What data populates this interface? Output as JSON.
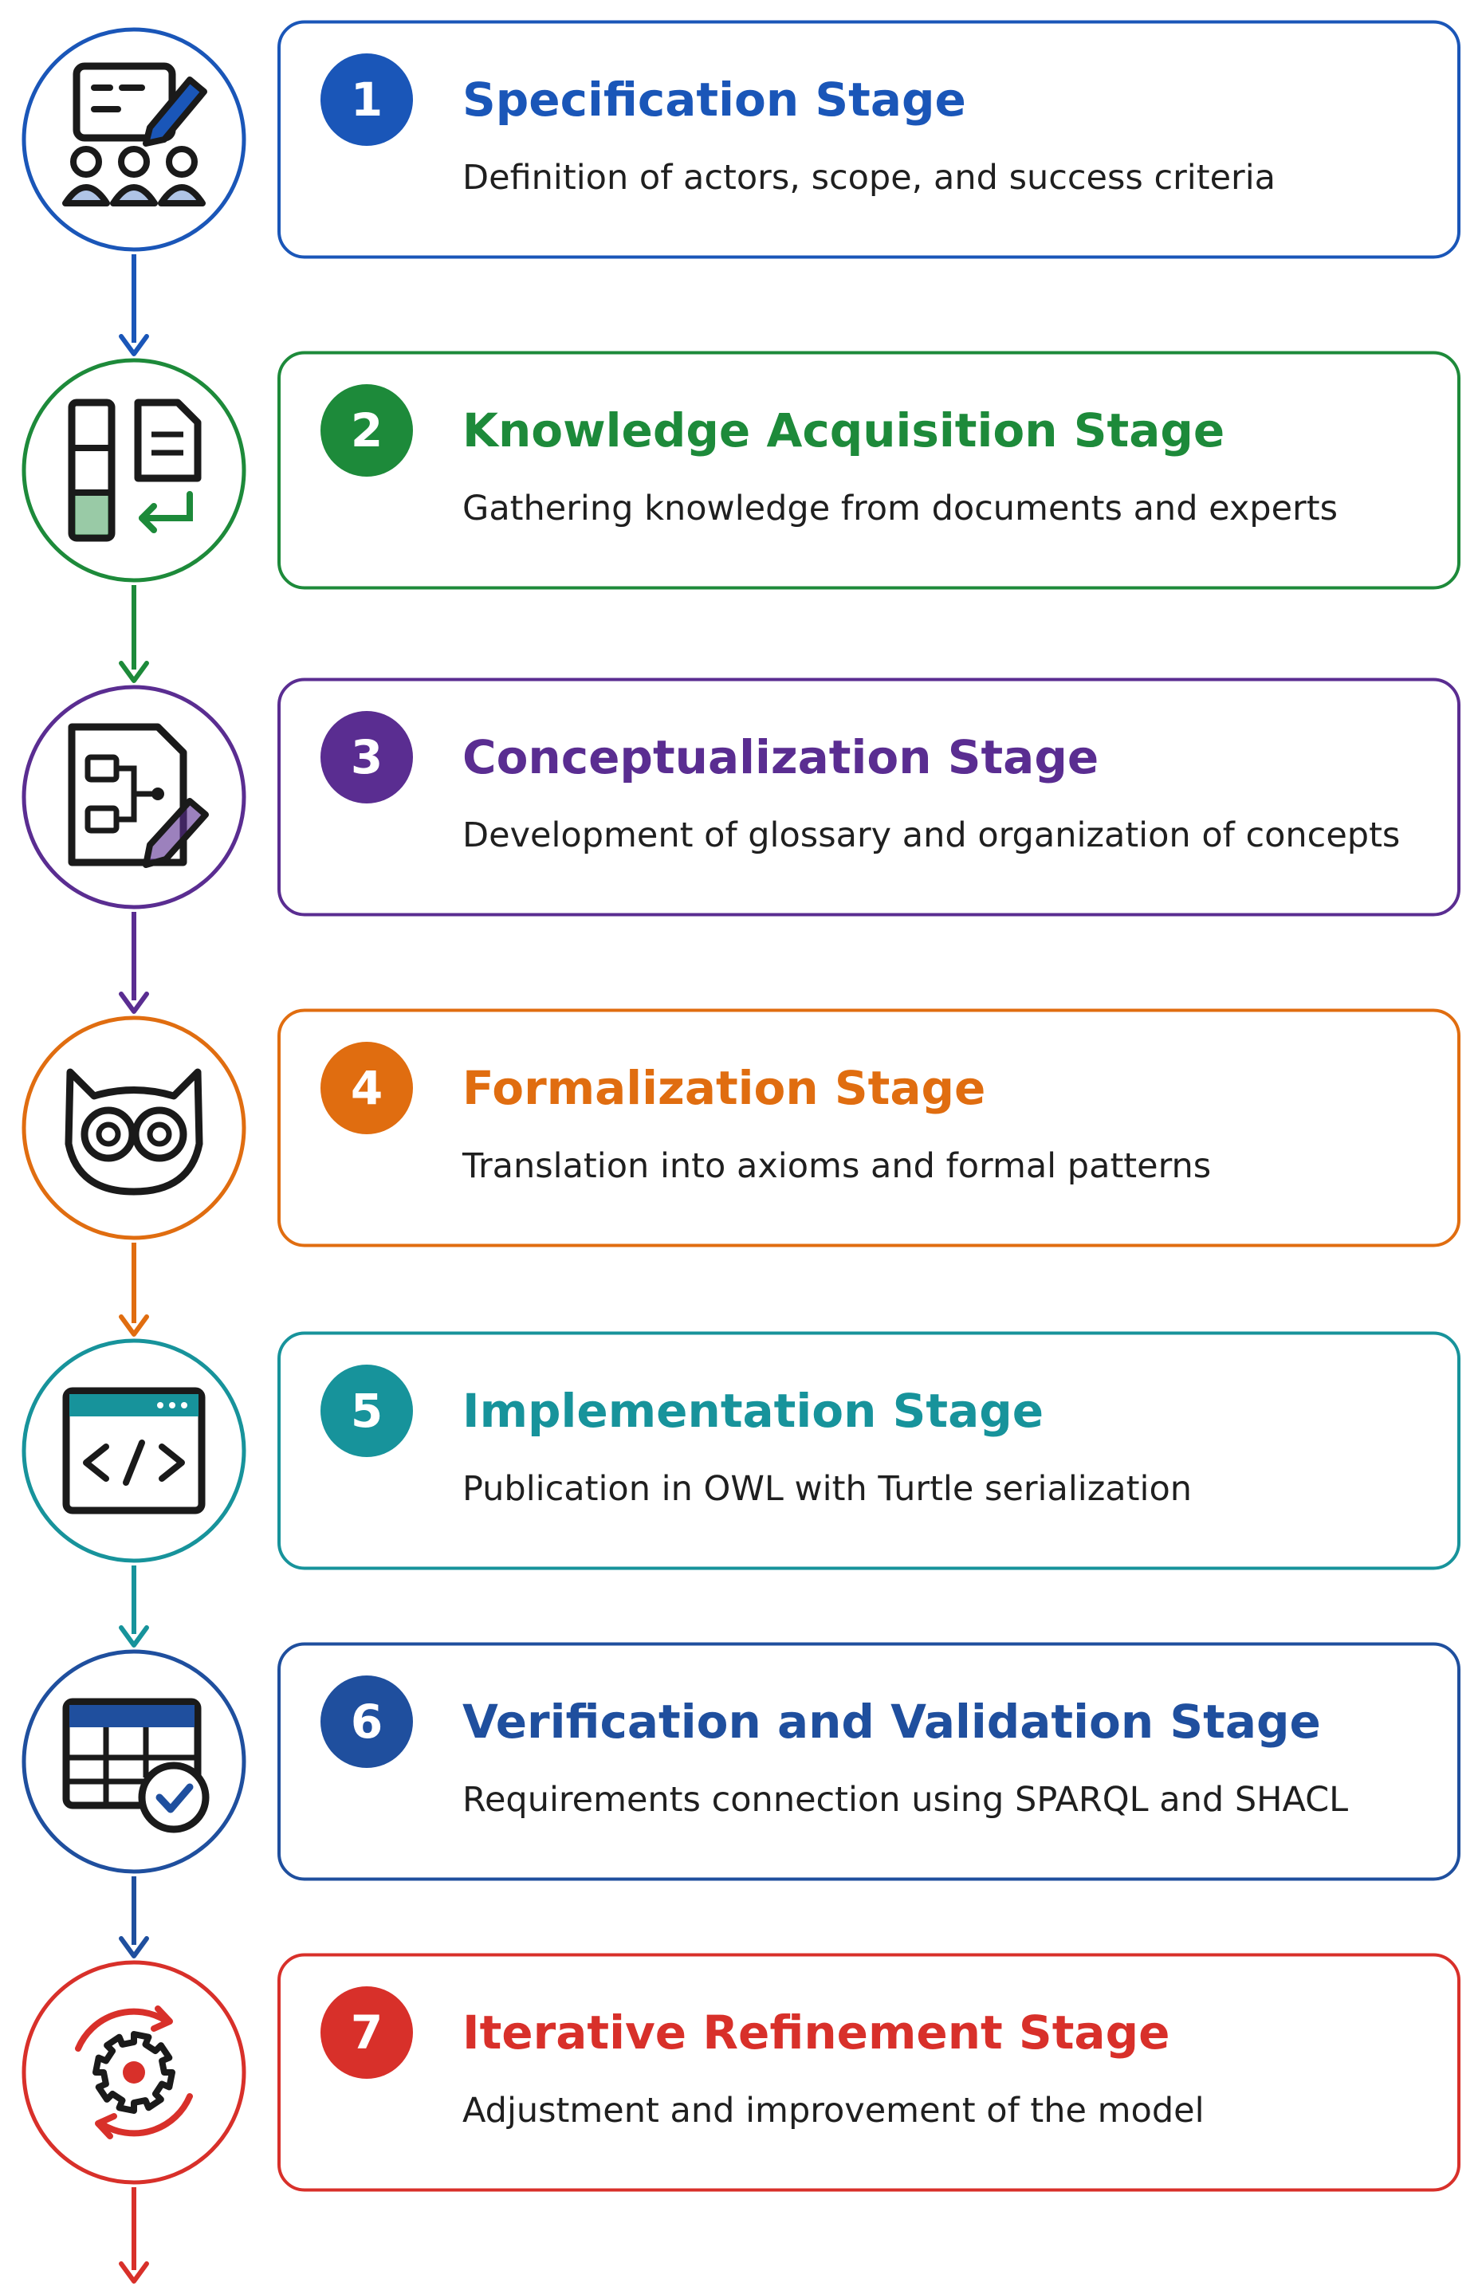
{
  "stages": [
    {
      "number": "1",
      "title": "Specification Stage",
      "description": "Definition of actors, scope, and success criteria",
      "color": "#1a56b8",
      "icon": "team-whiteboard-icon"
    },
    {
      "number": "2",
      "title": "Knowledge Acquisition Stage",
      "description": "Gathering knowledge from documents and experts",
      "color": "#1d8a3a",
      "icon": "documents-transfer-icon"
    },
    {
      "number": "3",
      "title": "Conceptualization Stage",
      "description": "Development of glossary and organization of concepts",
      "color": "#5a2d91",
      "icon": "concept-map-document-icon"
    },
    {
      "number": "4",
      "title": "Formalization Stage",
      "description": "Translation into axioms and formal patterns",
      "color": "#e06d10",
      "icon": "owl-icon"
    },
    {
      "number": "5",
      "title": "Implementation Stage",
      "description": "Publication in OWL with Turtle serialization",
      "color": "#17939b",
      "icon": "code-window-icon"
    },
    {
      "number": "6",
      "title": "Verification and Validation Stage",
      "description": "Requirements connection using SPARQL and SHACL",
      "color": "#1f4f9e",
      "icon": "table-check-icon"
    },
    {
      "number": "7",
      "title": "Iterative Refinement Stage",
      "description": "Adjustment and improvement of the model",
      "color": "#d8302a",
      "icon": "gear-cycle-icon"
    }
  ]
}
